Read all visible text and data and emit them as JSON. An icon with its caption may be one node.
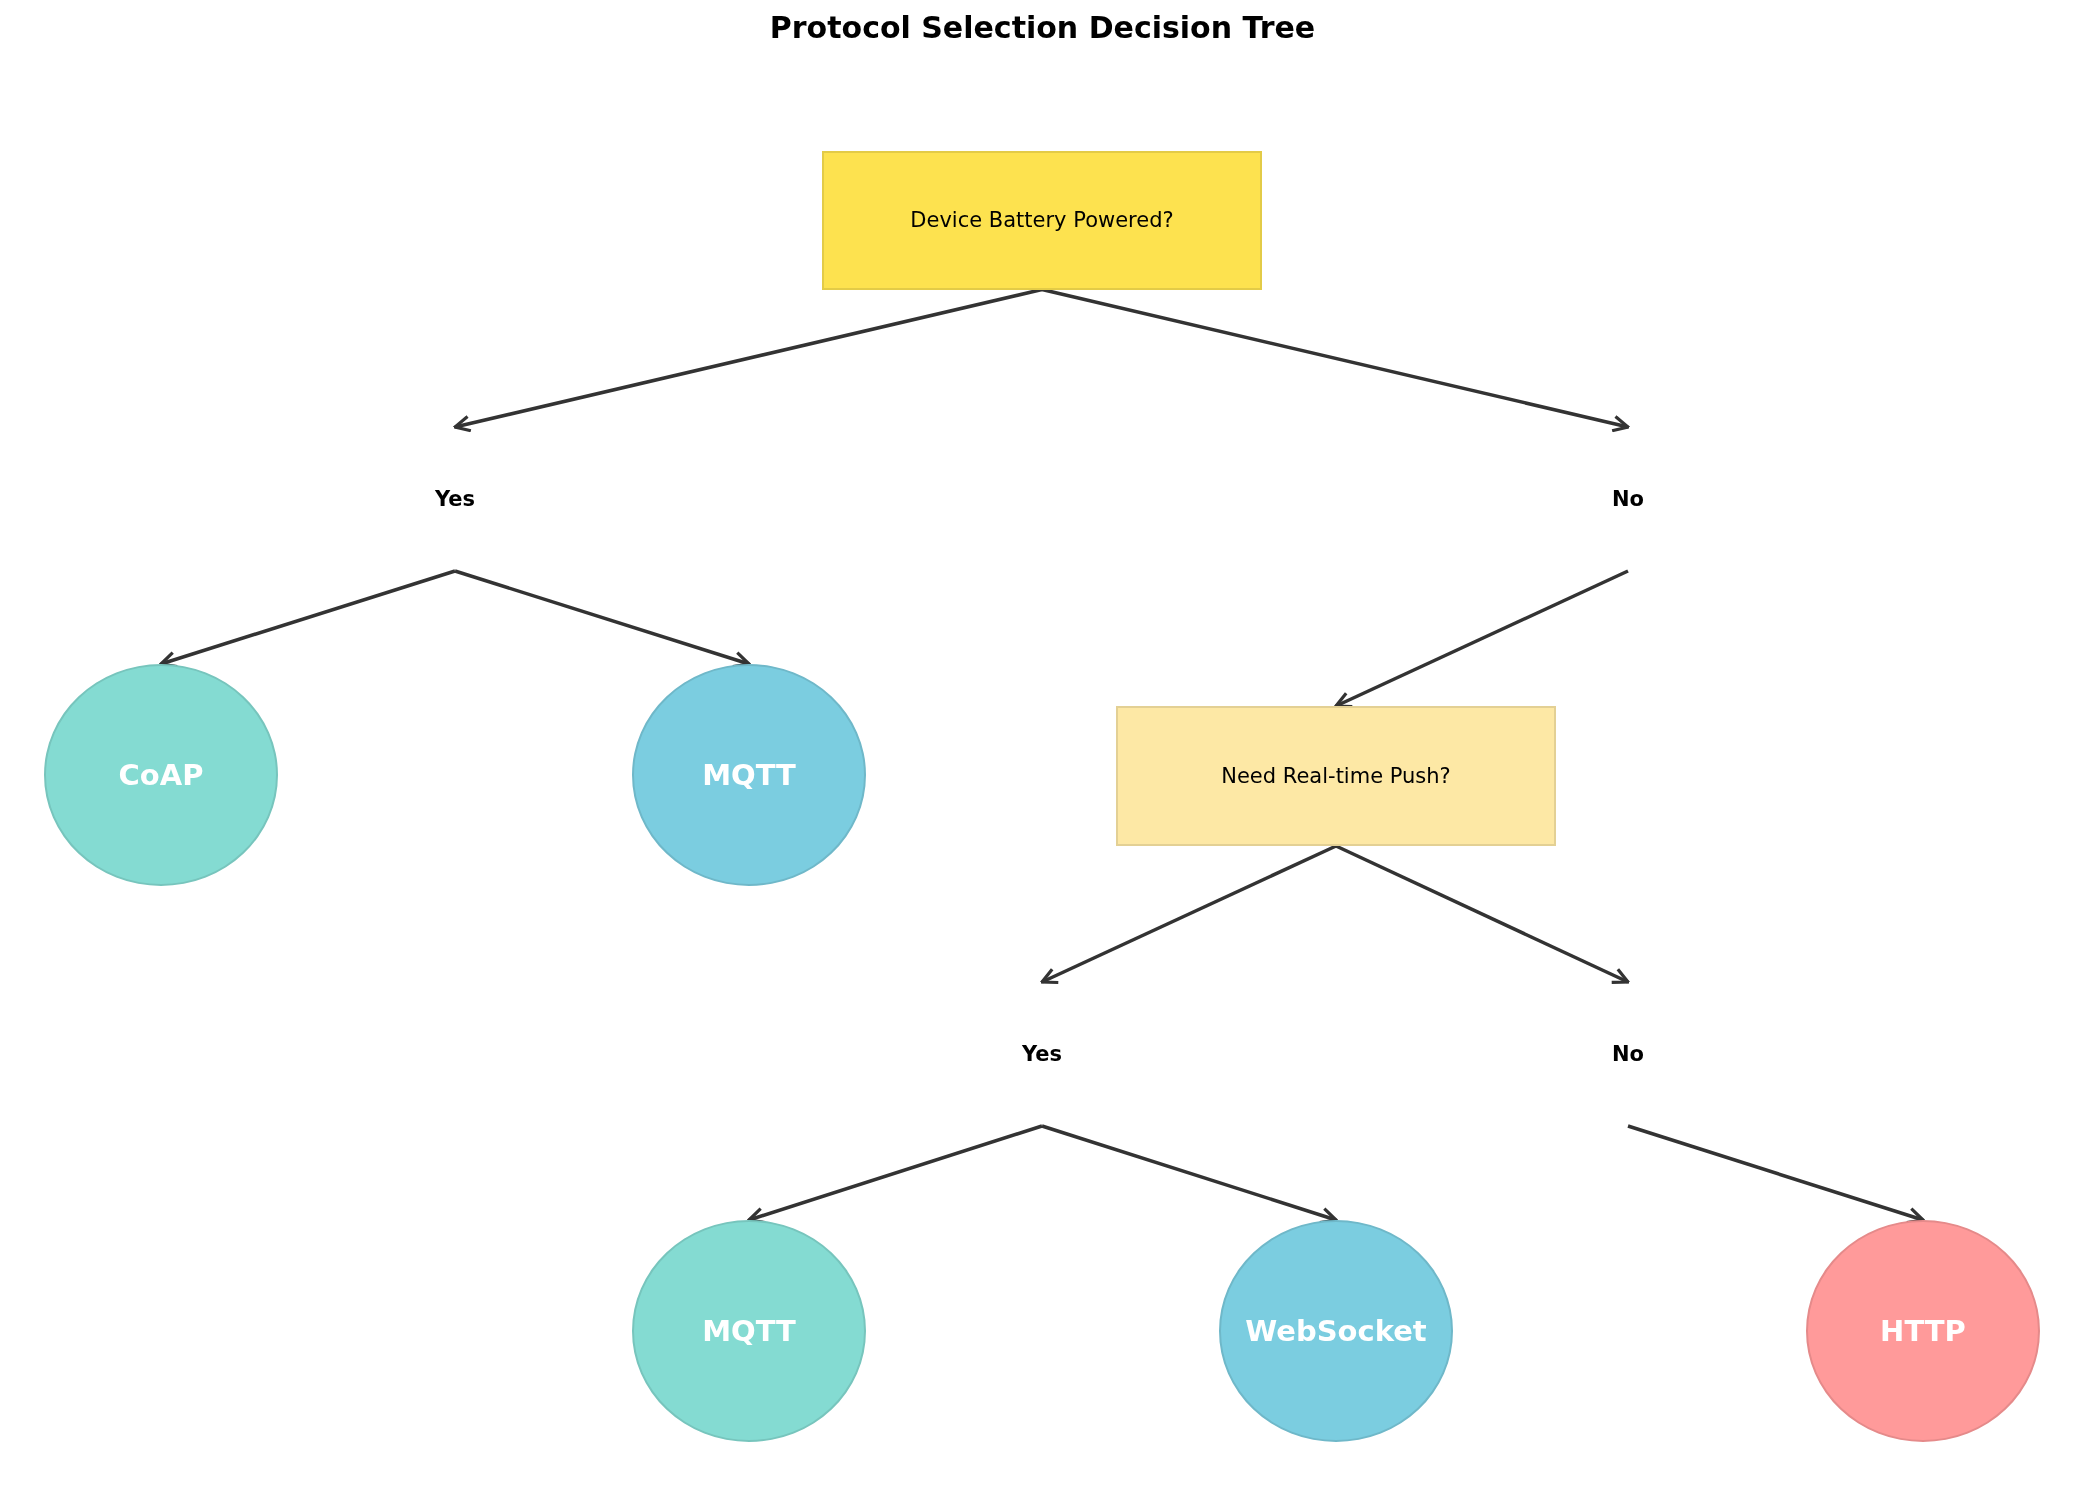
{
  "diagram": {
    "title": "Protocol Selection Decision Tree",
    "nodes": [
      {
        "text": [
          "Device Battery Powered?"
        ]
      },
      {
        "text": [
          "Yes"
        ]
      },
      {
        "text": [
          "No"
        ]
      },
      {
        "text": [
          "CoAP"
        ]
      },
      {
        "text": [
          "MQTT"
        ]
      },
      {
        "text": [
          "Need Real-time Push?"
        ]
      },
      {
        "text": [
          "Yes"
        ]
      },
      {
        "text": [
          "No"
        ]
      },
      {
        "text": [
          "MQTT"
        ]
      },
      {
        "text": [
          "WebSocket"
        ]
      },
      {
        "text": [
          "HTTP"
        ]
      }
    ],
    "edges": [
      {
        "from": 0,
        "to": 1,
        "arrow": "to"
      },
      {
        "from": 0,
        "to": 2,
        "arrow": "to"
      },
      {
        "from": 1,
        "to": 3,
        "arrow": "to"
      },
      {
        "from": 1,
        "to": 4,
        "arrow": "to"
      },
      {
        "from": 2,
        "to": 5,
        "arrow": "to"
      },
      {
        "from": 5,
        "to": 6,
        "arrow": "to"
      },
      {
        "from": 5,
        "to": 7,
        "arrow": "to"
      },
      {
        "from": 6,
        "to": 8,
        "arrow": "to"
      },
      {
        "from": 6,
        "to": 9,
        "arrow": "to"
      },
      {
        "from": 7,
        "to": 10,
        "arrow": "to"
      }
    ]
  }
}
